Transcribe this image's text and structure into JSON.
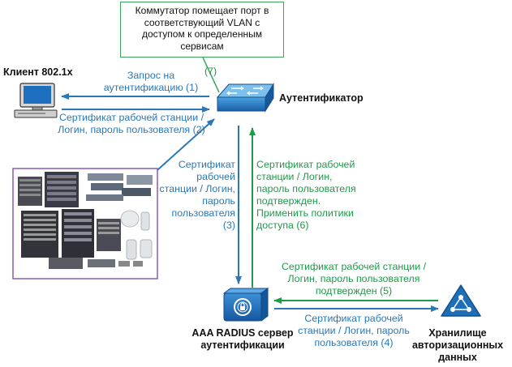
{
  "note": "Коммутатор помещает порт в соответствующий VLAN с доступом к определенным сервисам",
  "step7": "(7)",
  "client_label": "Клиент 802.1x",
  "authenticator_label": "Аутентификатор",
  "radius_label": "AAA RADIUS сервер аутентификации",
  "store_label": "Хранилище авторизационных данных",
  "msg1": "Запрос на аутентификацию (1)",
  "msg2": "Сертификат рабочей станции / Логин, пароль пользователя (2)",
  "msg3": "Сертификат рабочей станции / Логин, пароль пользователя (3)",
  "msg4": "Сертификат рабочей станции / Логин, пароль пользователя (4)",
  "msg5": "Сертификат рабочей станции / Логин, пароль пользователя подтвержден (5)",
  "msg6": "Сертификат рабочей станции / Логин, пароль пользователя подтвержден. Применить политики доступа (6)",
  "colors": {
    "blue": "#2a78b8",
    "green": "#1f9a4a",
    "purple": "#8a5bb5",
    "device_blue": "#1d6fb8"
  },
  "icons": [
    "computer-icon",
    "switch-icon",
    "radius-server-icon",
    "database-icon",
    "equipment-photo"
  ]
}
